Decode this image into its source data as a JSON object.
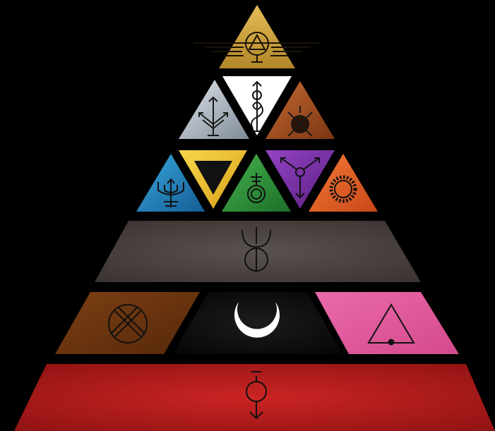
{
  "colors": {
    "background": "#000000",
    "apex": "#c9a13a",
    "tier2_silver": "#aab4c0",
    "tier2_white": "#ffffff",
    "tier2_rust": "#a04a1c",
    "tier3_blue": "#1e87c2",
    "tier3_yellow": "#f0c42a",
    "tier3_green": "#2f9a3c",
    "tier3_purple": "#7b2fa6",
    "tier3_orange": "#e8602a",
    "band_grey": "#4a4340",
    "band_brown": "#6b3510",
    "band_black": "#0a0a0a",
    "band_pink": "#e0569a",
    "band_red": "#b51c1c",
    "glyph_dark": "#111111",
    "glyph_light": "#ffffff"
  },
  "pyramid": {
    "apex": {
      "name": "apex-gold-triangle",
      "icon": "winged-triangle-icon"
    },
    "tier2": [
      {
        "name": "silver-triangle",
        "icon": "arrows-sigil-icon"
      },
      {
        "name": "white-inverted-triangle",
        "icon": "serpent-staff-icon"
      },
      {
        "name": "rust-triangle",
        "icon": "crossed-circle-icon"
      }
    ],
    "tier3": [
      {
        "name": "blue-triangle",
        "icon": "trident-sigil-icon"
      },
      {
        "name": "yellow-inverted-triangle",
        "icon": "inverted-triangle-icon"
      },
      {
        "name": "green-triangle",
        "icon": "orb-cross-icon"
      },
      {
        "name": "purple-inverted-triangle",
        "icon": "three-arrow-circle-icon"
      },
      {
        "name": "orange-triangle",
        "icon": "sun-gear-icon"
      }
    ],
    "bands": [
      {
        "name": "grey-band",
        "icon": "horned-circle-icon"
      },
      {
        "name": "brown-band",
        "icon": "circled-x-icon"
      },
      {
        "name": "black-band",
        "icon": "crescent-moon-icon"
      },
      {
        "name": "pink-band",
        "icon": "triangle-dot-icon"
      },
      {
        "name": "red-band",
        "icon": "circle-arrow-icon"
      }
    ]
  }
}
